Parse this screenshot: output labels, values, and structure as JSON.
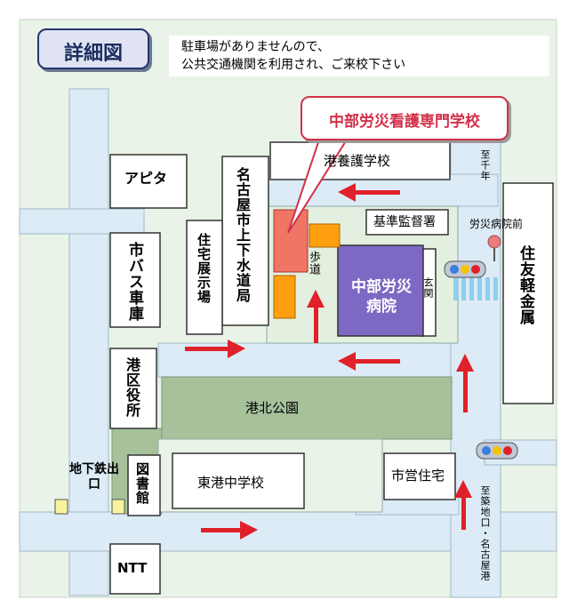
{
  "map": {
    "title": "詳細図",
    "note_line1": "駐車場がありませんので、",
    "note_line2": "公共交通機関を利用され、ご来校下さい",
    "callout": "中部労災看護専門学校",
    "buildings": {
      "apita": "アピタ",
      "nursing_school": "港養護学校",
      "water_bureau": "名古屋市上下水道局",
      "housing_showroom": "住宅展示場",
      "bus_depot": "市バス車庫",
      "labor_office": "基準監督署",
      "hospital": "中部労災病院",
      "entrance": "玄関",
      "sidewalk": "歩道",
      "ward_office": "港区役所",
      "library": "図書館",
      "park": "港北公園",
      "junior_high": "東港中学校",
      "city_housing": "市営住宅",
      "ntt": "NTT",
      "sumitomo": "住友軽金属",
      "subway_exit": "地下鉄出口"
    },
    "places": {
      "bus_stop": "労災病院前",
      "to_chitose": "至千年",
      "to_tsukiji": "至築地口・名古屋港"
    }
  }
}
